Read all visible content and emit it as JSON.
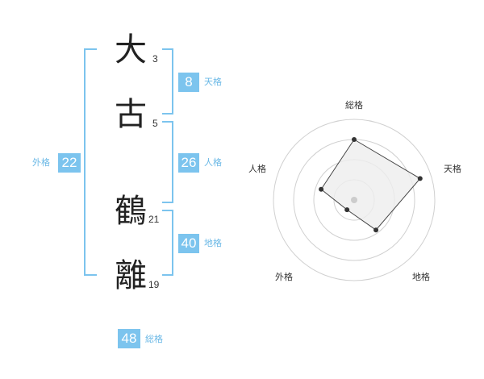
{
  "name": {
    "chars": [
      {
        "char": "大",
        "strokes": "3"
      },
      {
        "char": "古",
        "strokes": "5"
      },
      {
        "char": "鶴",
        "strokes": "21"
      },
      {
        "char": "離",
        "strokes": "19"
      }
    ]
  },
  "fortunes": {
    "tenkaku": {
      "value": "8",
      "label": "天格"
    },
    "jinkaku": {
      "value": "26",
      "label": "人格"
    },
    "chikaku": {
      "value": "40",
      "label": "地格"
    },
    "gaikaku": {
      "value": "22",
      "label": "外格"
    },
    "soukaku": {
      "value": "48",
      "label": "総格"
    }
  },
  "radar": {
    "axes": [
      "総格",
      "天格",
      "地格",
      "外格",
      "人格"
    ],
    "values": [
      0.75,
      0.86,
      0.46,
      0.15,
      0.43
    ],
    "colors": {
      "ring": "#d0d0d0",
      "fill": "#eeeeee",
      "line": "#444444",
      "dot": "#333333",
      "center": "#cccccc"
    }
  }
}
